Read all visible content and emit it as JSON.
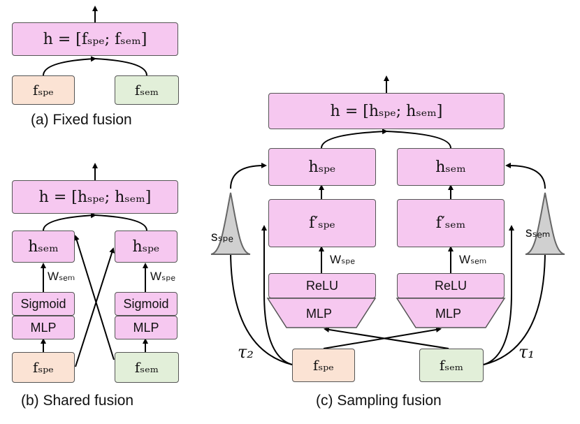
{
  "panel_a": {
    "caption": "(a) Fixed fusion",
    "concat": "h = [fₛₚₑ; fₛₑₘ]",
    "input_spe": "fₛₚₑ",
    "input_sem": "fₛₑₘ"
  },
  "panel_b": {
    "caption": "(b) Shared fusion",
    "concat": "h = [hₛₚₑ; hₛₑₘ]",
    "left": {
      "h": "hₛₑₘ",
      "weight": "Wₛₑₘ",
      "sigmoid": "Sigmoid",
      "mlp": "MLP",
      "input": "fₛₚₑ"
    },
    "right": {
      "h": "hₛₚₑ",
      "weight": "Wₛₚₑ",
      "sigmoid": "Sigmoid",
      "mlp": "MLP",
      "input": "fₛₑₘ"
    }
  },
  "panel_c": {
    "caption": "(c) Sampling fusion",
    "concat": "h = [hₛₚₑ; hₛₑₘ]",
    "left": {
      "h": "hₛₚₑ",
      "f_prime": "f′ₛₚₑ",
      "weight": "Wₛₚₑ",
      "relu": "ReLU",
      "mlp": "MLP",
      "input": "fₛₚₑ",
      "sample": "sₛₚₑ",
      "tau": "τ₂"
    },
    "right": {
      "h": "hₛₑₘ",
      "f_prime": "f′ₛₑₘ",
      "weight": "Wₛₑₘ",
      "relu": "ReLU",
      "mlp": "MLP",
      "input": "fₛₑₘ",
      "sample": "sₛₑₘ",
      "tau": "τ₁"
    }
  },
  "colors": {
    "pink": "#f6c8f0",
    "peach": "#fbe3d4",
    "green": "#e2efd9",
    "gauss": "#d0d0d0"
  }
}
